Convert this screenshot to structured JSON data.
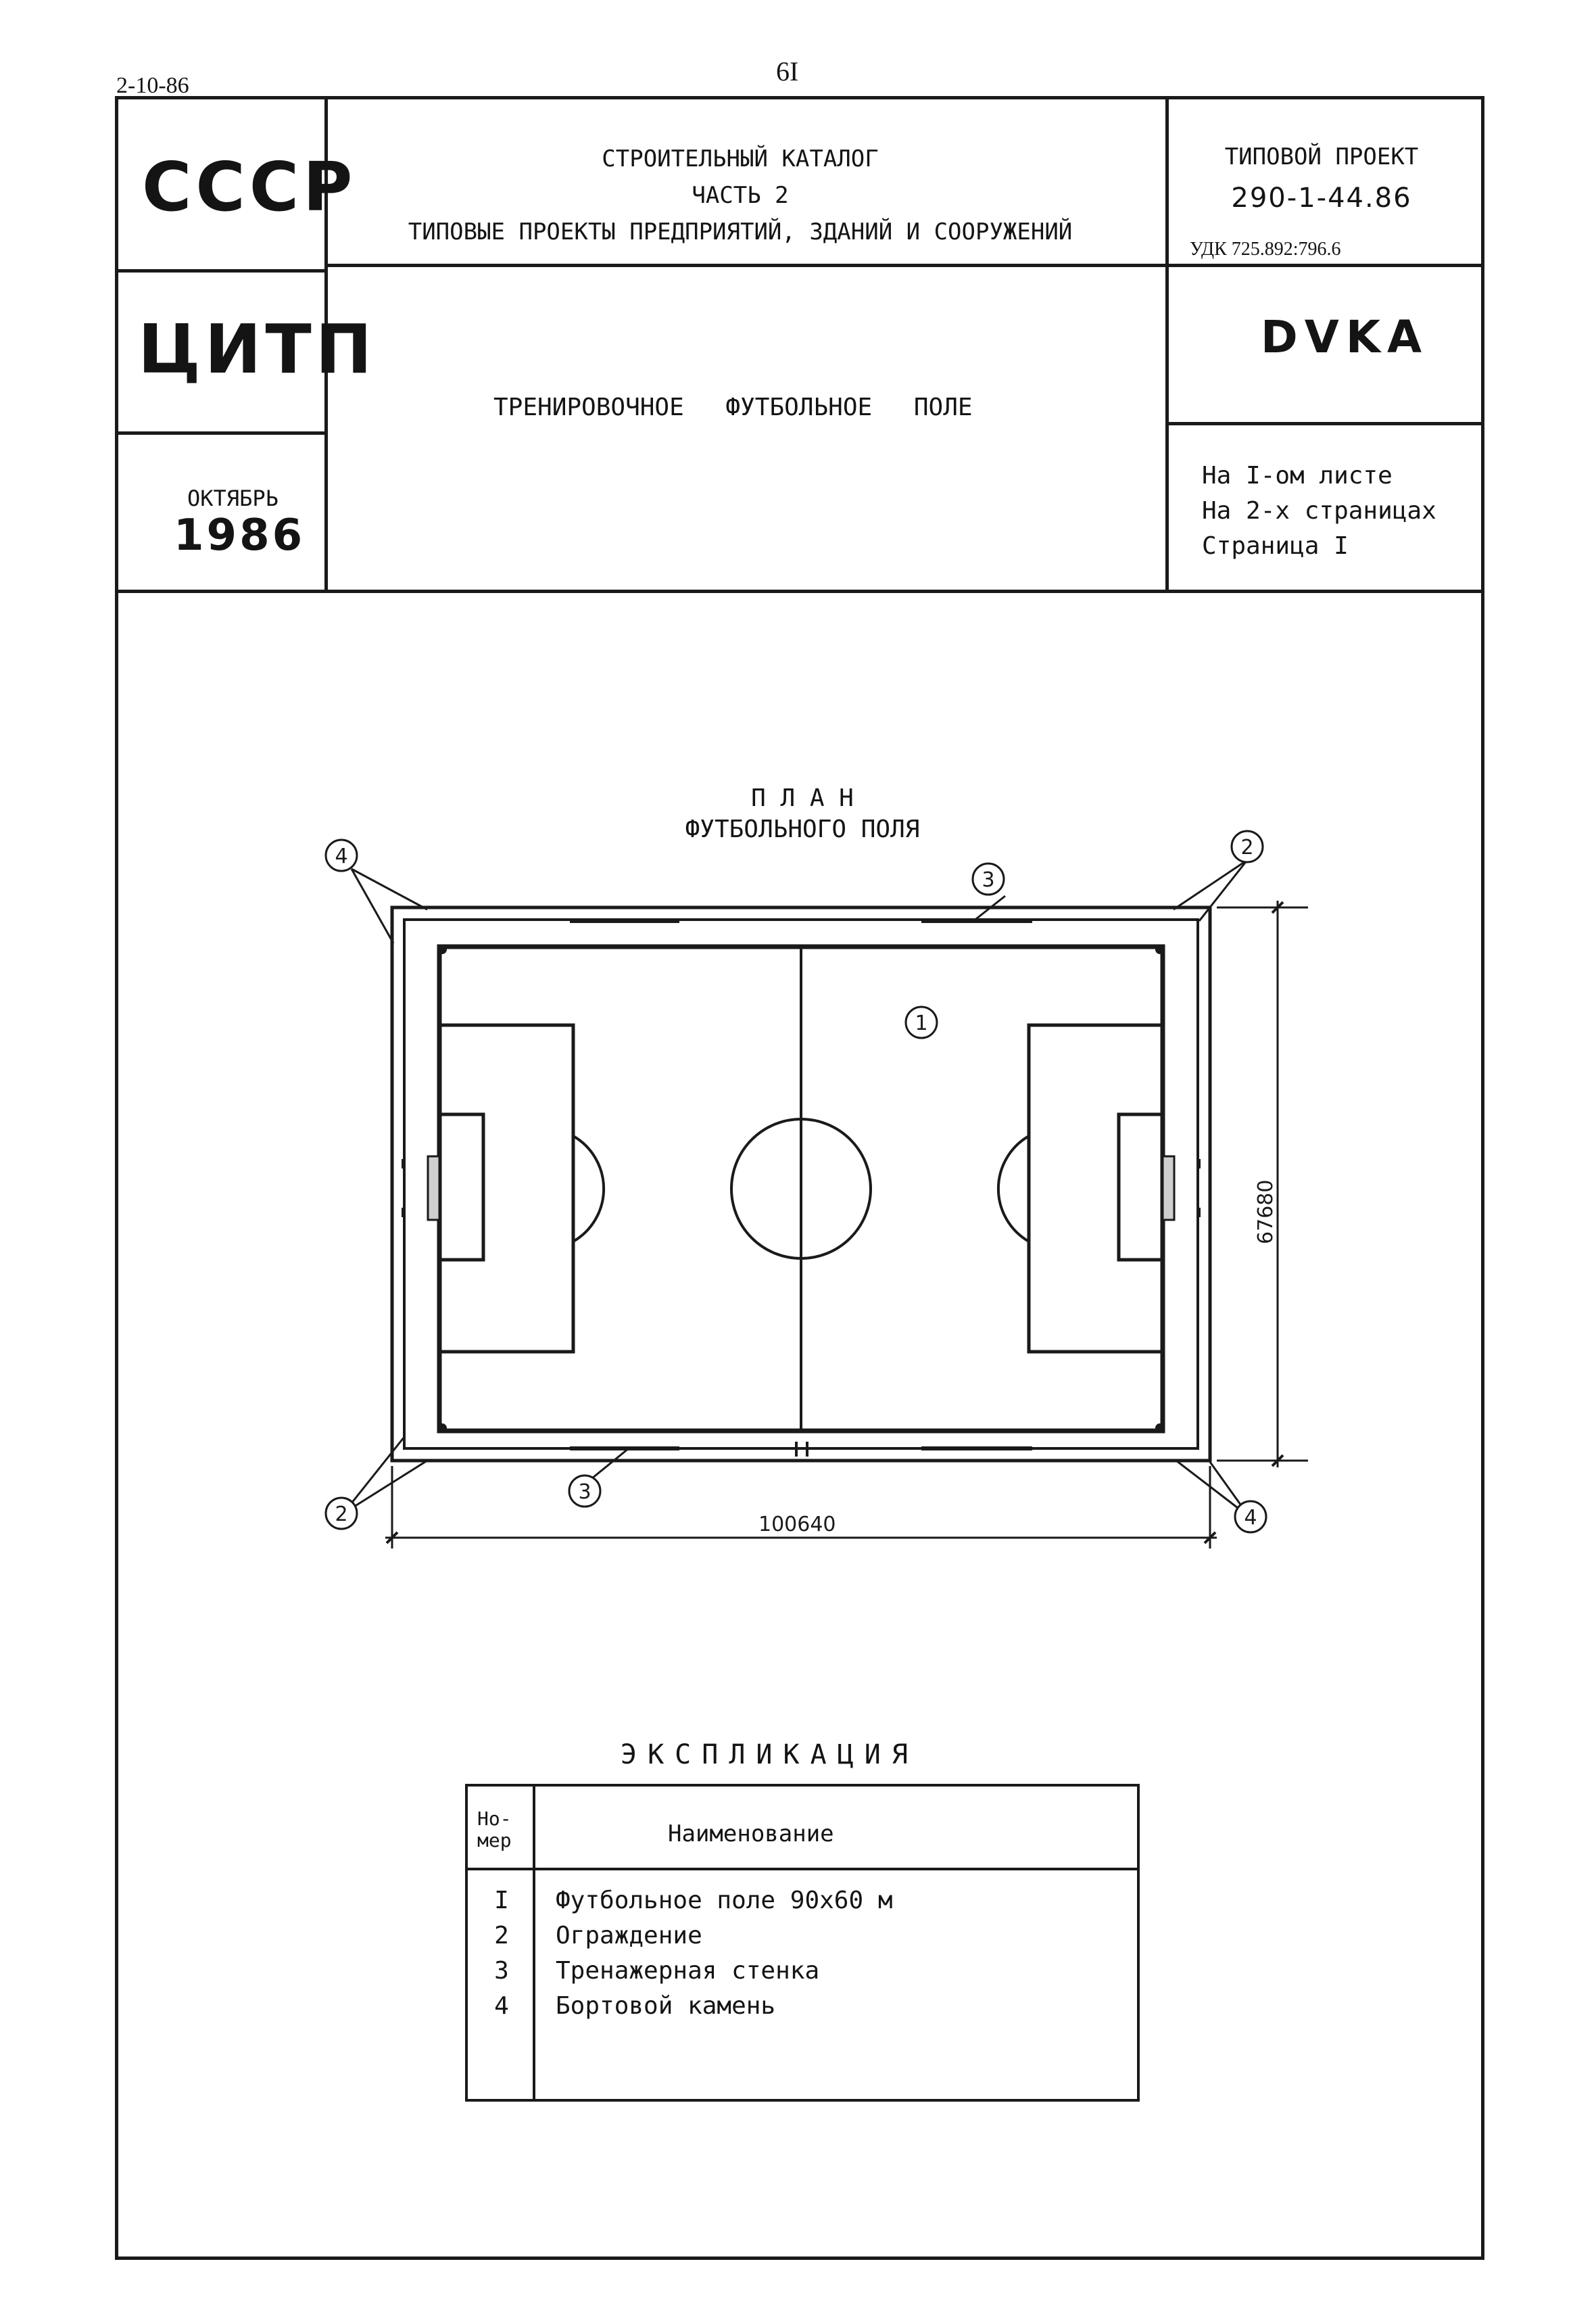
{
  "header": {
    "date": "2-10-86",
    "page_number": "6I",
    "org_top": "СССР",
    "org_bottom": "ЦИТП",
    "month": "ОКТЯБРЬ",
    "year": "1986",
    "catalog_line1": "СТРОИТЕЛЬНЫЙ КАТАЛОГ",
    "catalog_line2": "ЧАСТЬ 2",
    "catalog_line3": "ТИПОВЫЕ ПРОЕКТЫ ПРЕДПРИЯТИЙ, ЗДАНИЙ И СООРУЖЕНИЙ",
    "project_label": "ТИПОВОЙ ПРОЕКТ",
    "project_number": "290-1-44.86",
    "udk": "УДК 725.892:796.6",
    "code": "DVKA",
    "title": "ТРЕНИРОВОЧНОЕ ФУТБОЛЬНОЕ ПОЛЕ",
    "sheets_line1": "На I-ом листе",
    "sheets_line2": "На 2-х страницах",
    "sheets_line3": "Страница I"
  },
  "plan": {
    "title_line1": "П Л А Н",
    "title_line2": "ФУТБОЛЬНОГО ПОЛЯ",
    "dim_length": "100640",
    "dim_width": "67680",
    "callouts": [
      "1",
      "2",
      "3",
      "4"
    ]
  },
  "explication": {
    "title": "ЭКСПЛИКАЦИЯ",
    "col_num_line1": "Но-",
    "col_num_line2": "мер",
    "col_name": "Наименование",
    "rows": [
      {
        "num": "I",
        "name": "Футбольное поле 90х60 м"
      },
      {
        "num": "2",
        "name": "Ограждение"
      },
      {
        "num": "3",
        "name": "Тренажерная стенка"
      },
      {
        "num": "4",
        "name": "Бортовой камень"
      }
    ]
  }
}
